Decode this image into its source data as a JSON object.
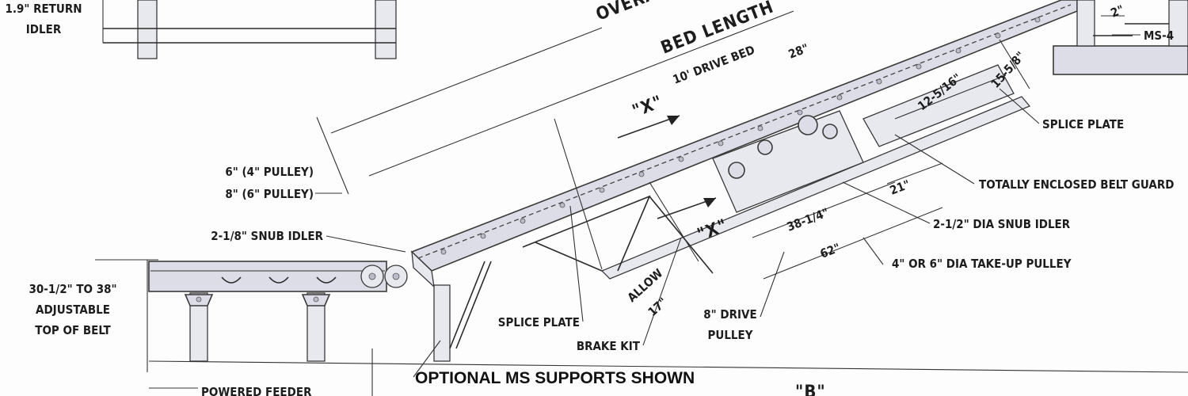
{
  "labels": {
    "return_idler_line1": "1.9\" RETURN",
    "return_idler_line2": "IDLER",
    "overall": "OVERALL",
    "bed_length": "BED LENGTH",
    "drive_bed": "10' DRIVE BED",
    "dim_28": "28\"",
    "dim_x_top": "\"X\"",
    "dim_x_bottom": "\"X\"",
    "dim_12_5_16": "12-5/16\"",
    "dim_15_5_8": "15-5/8\"",
    "dim_2": "2\"",
    "ms4": "MS-4",
    "splice_plate_right": "SPLICE PLATE",
    "belt_guard": "TOTALLY ENCLOSED BELT GUARD",
    "pulley_line1": "6\" (4\" PULLEY)",
    "pulley_line2": "8\" (6\" PULLEY)",
    "snub_idler_left": "2-1/8\" SNUB IDLER",
    "dim_21": "21\"",
    "dim_38_1_4": "38-1/4\"",
    "snub_idler_right": "2-1/2\" DIA SNUB IDLER",
    "dim_62": "62\"",
    "takeup_pulley": "4\" OR 6\" DIA TAKE-UP PULLEY",
    "height_line1": "30-1/2\" TO 38\"",
    "height_line2": "ADJUSTABLE",
    "height_line3": "TOP OF BELT",
    "allow_line1": "ALLOW",
    "allow_line2": "17\"",
    "splice_plate_left": "SPLICE PLATE",
    "drive_pulley_line1": "8\" DRIVE",
    "drive_pulley_line2": "PULLEY",
    "brake_kit": "BRAKE KIT",
    "optional_supports": "OPTIONAL MS SUPPORTS SHOWN",
    "powered_feeder": "POWERED FEEDER",
    "dim_b": "\"B\""
  }
}
